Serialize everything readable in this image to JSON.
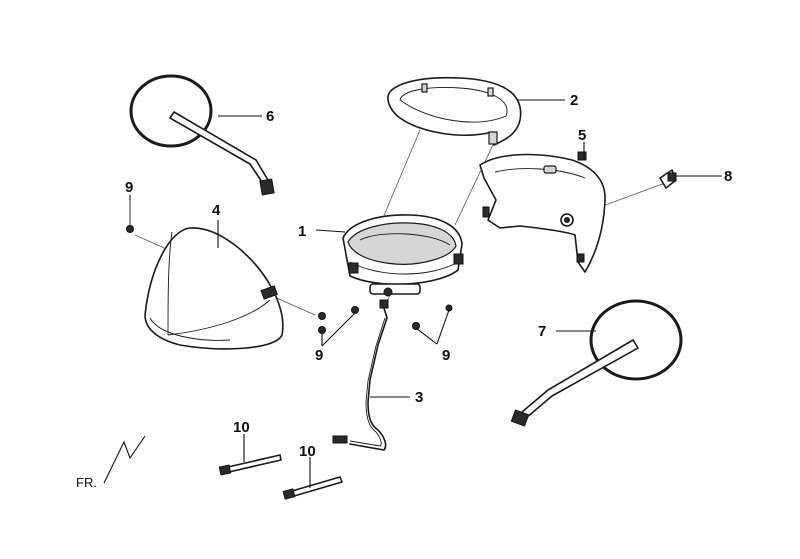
{
  "callouts": {
    "c1": "1",
    "c2": "2",
    "c3": "3",
    "c4": "4",
    "c5": "5",
    "c6": "6",
    "c7": "7",
    "c8": "8",
    "c9a": "9",
    "c9b": "9",
    "c9c": "9",
    "c10a": "10",
    "c10b": "10"
  },
  "direction_label": "FR."
}
